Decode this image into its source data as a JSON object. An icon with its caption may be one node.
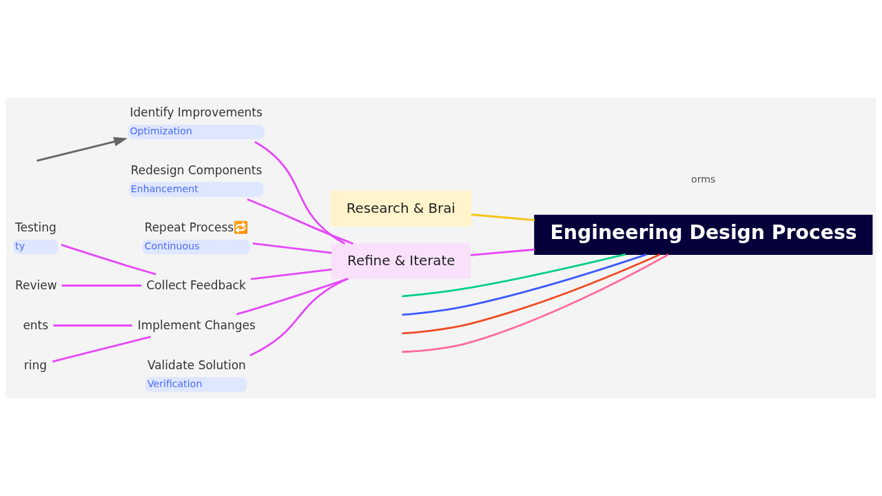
{
  "diagram": {
    "nodes": [
      {
        "text": [
          "Engineering Design Process"
        ]
      },
      {
        "text": [
          "Research & Brai"
        ]
      },
      {
        "text": [
          "Refine & Iterate"
        ]
      },
      {
        "text": [
          "Identify Improvements",
          "Optimization"
        ]
      },
      {
        "text": [
          "Redesign Components",
          "Enhancement"
        ]
      },
      {
        "text": [
          "Repeat Process🔁",
          "Continuous"
        ]
      },
      {
        "text": [
          "Collect Feedback"
        ]
      },
      {
        "text": [
          "Testing",
          "ty"
        ]
      },
      {
        "text": [
          "Review"
        ]
      },
      {
        "text": [
          "Implement Changes"
        ]
      },
      {
        "text": [
          "ents"
        ]
      },
      {
        "text": [
          "ring"
        ]
      },
      {
        "text": [
          "Validate Solution",
          "Verification"
        ]
      }
    ],
    "edges": [
      {
        "from": 0,
        "to": 1,
        "arrow": "none",
        "color": "#f5c518"
      },
      {
        "from": 0,
        "to": 2,
        "arrow": "none"
      },
      {
        "from": 2,
        "to": 3,
        "arrow": "none"
      },
      {
        "from": 2,
        "to": 4,
        "arrow": "none"
      },
      {
        "from": 2,
        "to": 5,
        "arrow": "none"
      },
      {
        "from": 2,
        "to": 6,
        "arrow": "none"
      },
      {
        "from": 6,
        "to": 7,
        "arrow": "none"
      },
      {
        "from": 6,
        "to": 8,
        "arrow": "none"
      },
      {
        "from": 2,
        "to": 9,
        "arrow": "none"
      },
      {
        "from": 9,
        "to": 10,
        "arrow": "none"
      },
      {
        "from": 9,
        "to": 11,
        "arrow": "none"
      },
      {
        "from": 2,
        "to": 12,
        "arrow": "none"
      },
      {
        "from": 0,
        "to": null,
        "arrow": "none",
        "color": "#ff6b9d"
      },
      {
        "from": 0,
        "to": null,
        "arrow": "none",
        "color": "#f04a23"
      },
      {
        "from": 0,
        "to": null,
        "arrow": "none",
        "color": "#3d5afe"
      },
      {
        "from": 0,
        "to": null,
        "arrow": "none",
        "color": "#00d084"
      },
      {
        "from": null,
        "to": 3,
        "arrow": "to",
        "color": "#666666"
      }
    ],
    "labels": [
      "orms"
    ]
  }
}
